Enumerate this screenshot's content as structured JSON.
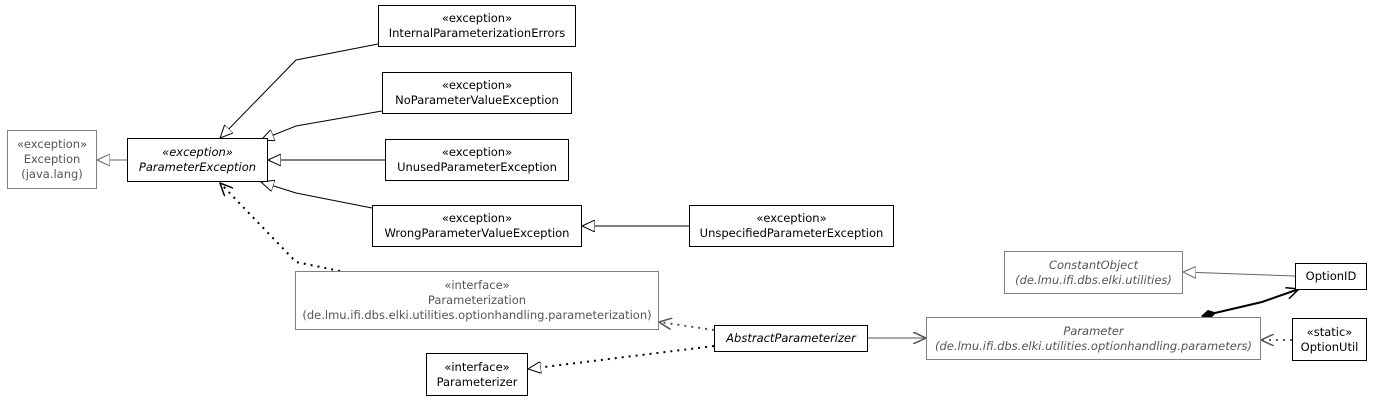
{
  "diagram": {
    "nodes": {
      "exception_java_lang": {
        "stereotype": "«exception»",
        "name": "Exception",
        "package": "(java.lang)"
      },
      "parameter_exception": {
        "stereotype": "«exception»",
        "name": "ParameterException"
      },
      "internal_parameterization_errors": {
        "stereotype": "«exception»",
        "name": "InternalParameterizationErrors"
      },
      "no_parameter_value_exception": {
        "stereotype": "«exception»",
        "name": "NoParameterValueException"
      },
      "unused_parameter_exception": {
        "stereotype": "«exception»",
        "name": "UnusedParameterException"
      },
      "wrong_parameter_value_exception": {
        "stereotype": "«exception»",
        "name": "WrongParameterValueException"
      },
      "unspecified_parameter_exception": {
        "stereotype": "«exception»",
        "name": "UnspecifiedParameterException"
      },
      "parameterization": {
        "stereotype": "«interface»",
        "name": "Parameterization",
        "package": "(de.lmu.ifi.dbs.elki.utilities.optionhandling.parameterization)"
      },
      "parameterizer": {
        "stereotype": "«interface»",
        "name": "Parameterizer"
      },
      "abstract_parameterizer": {
        "name": "AbstractParameterizer"
      },
      "parameter": {
        "name": "Parameter",
        "package": "(de.lmu.ifi.dbs.elki.utilities.optionhandling.parameters)"
      },
      "constant_object": {
        "name": "ConstantObject",
        "package": "(de.lmu.ifi.dbs.elki.utilities)"
      },
      "option_id": {
        "name": "OptionID"
      },
      "option_util": {
        "stereotype": "«static»",
        "name": "OptionUtil"
      }
    },
    "colors": {
      "line": "#000000",
      "external_border": "#808080",
      "external_text": "#555555",
      "background": "#ffffff"
    }
  }
}
